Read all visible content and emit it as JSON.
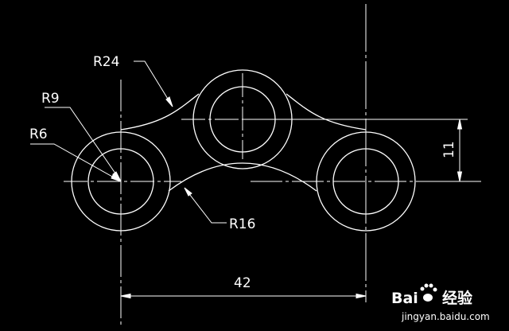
{
  "drawing": {
    "background": "#000000",
    "line_color": "#ffffff",
    "dimensions": {
      "radius_large_arc": "R24",
      "radius_outer_circle": "R9",
      "radius_inner_circle": "R6",
      "radius_lower_arc": "R16",
      "vertical_offset": "11",
      "horizontal_distance": "42"
    }
  },
  "watermark": {
    "brand": "Bai",
    "brand_suffix": "经验",
    "url": "jingyan.baidu.com"
  }
}
